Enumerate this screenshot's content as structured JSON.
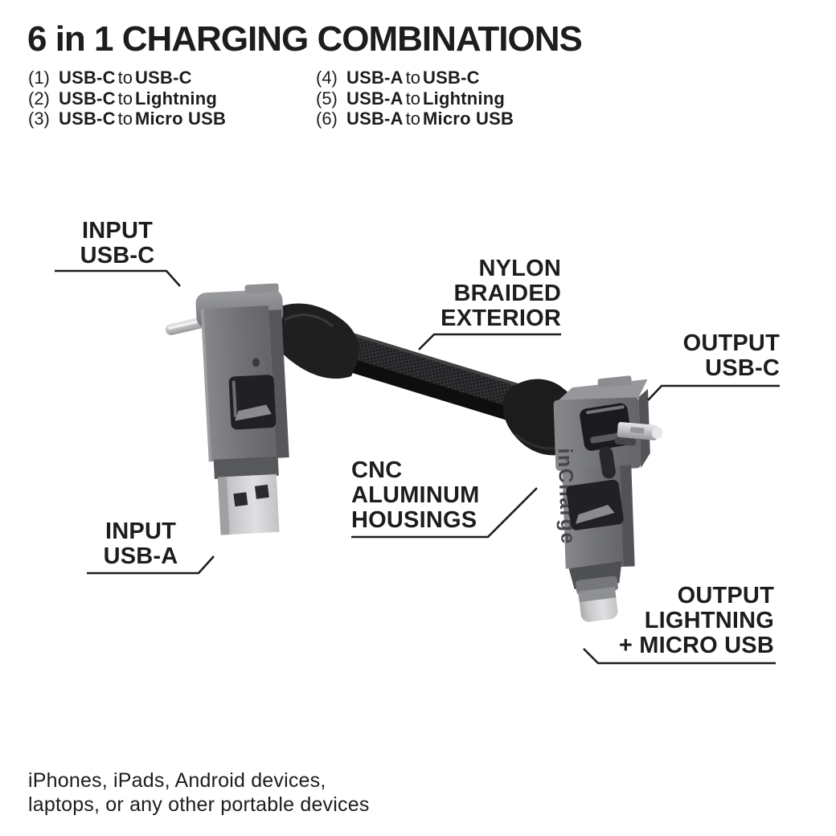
{
  "title": "6 in 1 CHARGING COMBINATIONS",
  "combinations": [
    {
      "num": "(1)",
      "a": "USB-C",
      "conj": "to",
      "b": "USB-C"
    },
    {
      "num": "(2)",
      "a": "USB-C",
      "conj": "to",
      "b": "Lightning"
    },
    {
      "num": "(3)",
      "a": "USB-C",
      "conj": "to",
      "b": "Micro USB"
    },
    {
      "num": "(4)",
      "a": "USB-A",
      "conj": "to",
      "b": "USB-C"
    },
    {
      "num": "(5)",
      "a": "USB-A",
      "conj": "to",
      "b": "Lightning"
    },
    {
      "num": "(6)",
      "a": "USB-A",
      "conj": "to",
      "b": "Micro USB"
    }
  ],
  "callouts": {
    "input_usbc": {
      "lines": [
        "INPUT",
        "USB-C"
      ]
    },
    "nylon": {
      "lines": [
        "NYLON",
        "BRAIDED",
        "EXTERIOR"
      ]
    },
    "output_usbc": {
      "lines": [
        "OUTPUT",
        "USB-C"
      ]
    },
    "cnc": {
      "lines": [
        "CNC",
        "ALUMINUM",
        "HOUSINGS"
      ]
    },
    "input_usba": {
      "lines": [
        "INPUT",
        "USB-A"
      ]
    },
    "output_lightning_micro": {
      "lines": [
        "OUTPUT",
        "LIGHTNING",
        "+ MICRO USB"
      ]
    }
  },
  "product": {
    "brand": "inCharge"
  },
  "footer": {
    "lines": [
      "iPhones, iPads, Android devices,",
      "laptops, or any other portable devices"
    ]
  },
  "colors": {
    "text": "#1d1d1e",
    "housing_grey": "#717276",
    "housing_light": "#8e8f92",
    "metal_silver": "#cfd0d2",
    "cable_black": "#1b1b1c"
  }
}
